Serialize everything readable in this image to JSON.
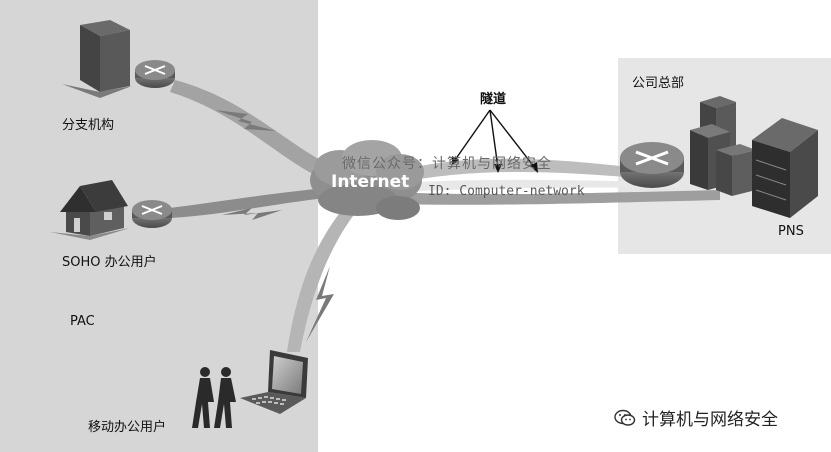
{
  "nodes": {
    "branch": "分支机构",
    "soho": "SOHO 办公用户",
    "pac": "PAC",
    "mobile": "移动办公用户",
    "hq": "公司总部",
    "pns": "PNS",
    "internet": "Internet",
    "tunnel": "隧道"
  },
  "watermark": {
    "line1": "微信公众号：计算机与网络安全",
    "line2": "ID: Computer-network"
  },
  "brand": {
    "name": "计算机与网络安全",
    "icon": "wechat-icon"
  },
  "colors": {
    "left_panel": "#d6d6d6",
    "right_panel": "#e6e6e6",
    "cloud": "#8f8f8f",
    "link": "#9a9a9a"
  }
}
